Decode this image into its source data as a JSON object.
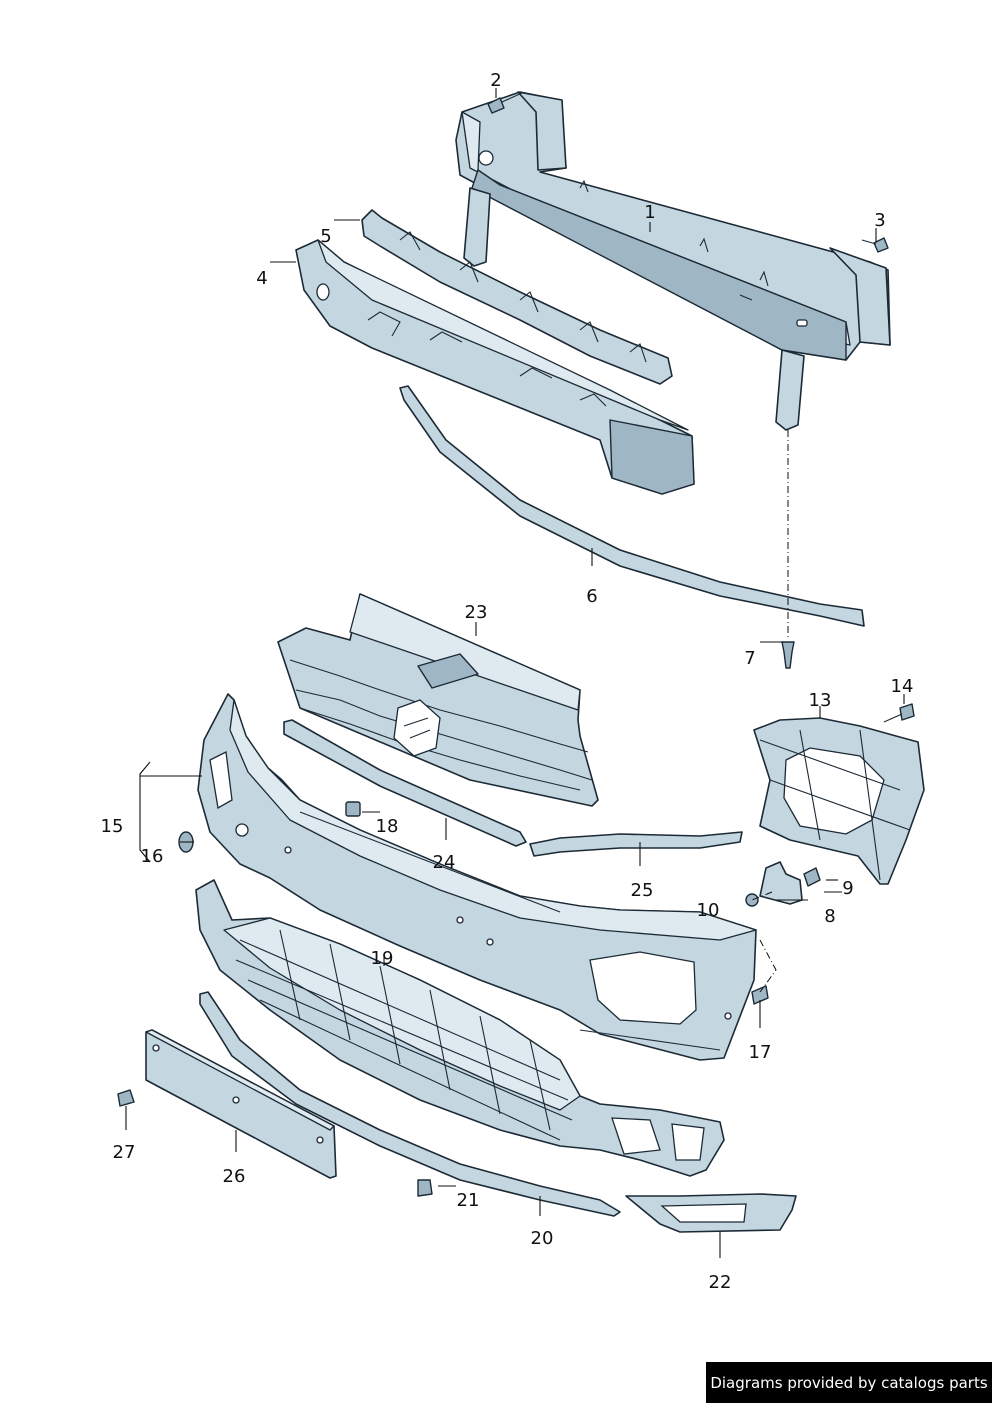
{
  "diagram": {
    "part_numbers": [
      "1",
      "2",
      "3",
      "4",
      "5",
      "6",
      "7",
      "8",
      "9",
      "10",
      "13",
      "14",
      "15",
      "16",
      "17",
      "18",
      "19",
      "20",
      "21",
      "22",
      "23",
      "24",
      "25",
      "26",
      "27"
    ],
    "labels": {
      "n1": "1",
      "n2": "2",
      "n3": "3",
      "n4": "4",
      "n5": "5",
      "n6": "6",
      "n7": "7",
      "n8": "8",
      "n9": "9",
      "n10": "10",
      "n13": "13",
      "n14": "14",
      "n15": "15",
      "n16": "16",
      "n17": "17",
      "n18": "18",
      "n19": "19",
      "n20": "20",
      "n21": "21",
      "n22": "22",
      "n23": "23",
      "n24": "24",
      "n25": "25",
      "n26": "26",
      "n27": "27"
    },
    "colors": {
      "part_fill": "#c4d6df",
      "outline": "#1c2a36",
      "background": "#ffffff"
    }
  },
  "credit": {
    "text": "Diagrams provided by catalogs parts"
  }
}
